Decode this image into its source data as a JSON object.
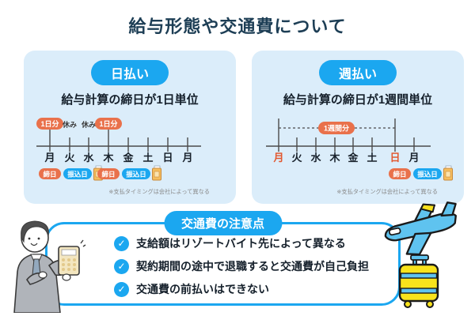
{
  "title": "給与形態や交通費について",
  "colors": {
    "accent_blue": "#1BA7F0",
    "highlight_orange": "#E9714B",
    "panel_bg": "#DBEDFA",
    "title_color": "#1D3E55",
    "day_red": "#E2582F"
  },
  "panels": [
    {
      "badge": "日払い",
      "subtitle": "給与計算の締日が1日単位",
      "days": [
        "月",
        "火",
        "水",
        "木",
        "金",
        "土",
        "日",
        "月"
      ],
      "markers_top": {
        "pay_1": "1日分",
        "rest_1": "休み",
        "rest_2": "休み",
        "pay_2": "1日分"
      },
      "markers_bottom": {
        "closing_1": "締日",
        "transfer_1": "振込日",
        "closing_2": "締日",
        "transfer_2": "振込日"
      },
      "note": "※支払タイミングは会社によって異なる"
    },
    {
      "badge": "週払い",
      "subtitle": "給与計算の締日が1週間単位",
      "days": [
        "月",
        "火",
        "水",
        "木",
        "金",
        "土",
        "日",
        "月"
      ],
      "range_label": "1週間分",
      "markers_bottom": {
        "closing": "締日",
        "transfer": "振込日"
      },
      "note": "※支払タイミングは会社によって異なる"
    }
  ],
  "notice": {
    "badge": "交通費の注意点",
    "items": [
      "支給額はリゾートバイト先によって異なる",
      "契約期間の途中で退職すると交通費が自己負担",
      "交通費の前払いはできない"
    ],
    "check_glyph": "✓"
  }
}
